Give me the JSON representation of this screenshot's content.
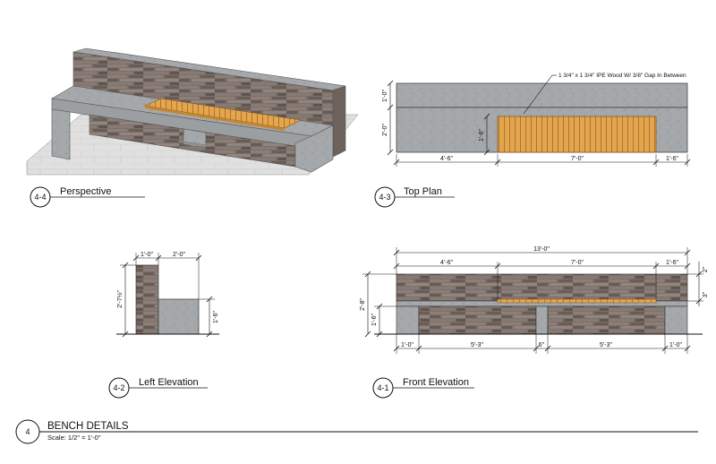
{
  "sheet": {
    "number": "4",
    "title": "BENCH DETAILS",
    "scale": "Scale: 1/2\" = 1'-0\""
  },
  "views": {
    "perspective": {
      "number": "4-4",
      "title": "Perspective"
    },
    "top_plan": {
      "number": "4-3",
      "title": "Top Plan",
      "note": "1 3/4\" x 1 3/4\" IPE Wood W/ 3/8\" Gap In Between",
      "dims": {
        "h1": "1'-0\"",
        "h2": "2'-0\"",
        "wood_depth": "1'-6\"",
        "left": "4'-6\"",
        "center": "7'-0\"",
        "right": "1'-6\""
      }
    },
    "left_elevation": {
      "number": "4-2",
      "title": "Left Elevation",
      "dims": {
        "back": "1'-0\"",
        "seat": "2'-0\"",
        "height": "2'-7½\"",
        "seat_height": "1'-6\""
      }
    },
    "front_elevation": {
      "number": "4-1",
      "title": "Front Elevation",
      "dims": {
        "overall": "13'-0\"",
        "left": "4'-6\"",
        "center": "7'-0\"",
        "right": "1'-6\"",
        "height": "2'-8\"",
        "seat_height": "1'-6\"",
        "cap": "2\"",
        "wood": "3\"",
        "b1": "1'-0\"",
        "b2": "5'-3\"",
        "b3": "6\"",
        "b4": "5'-3\"",
        "b5": "1'-0\""
      }
    }
  },
  "colors": {
    "granite": "#a3a6a8",
    "stone": "#7a6d66",
    "wood": "#e3a24a",
    "paving": "#dcdcdc",
    "line": "#111111"
  }
}
